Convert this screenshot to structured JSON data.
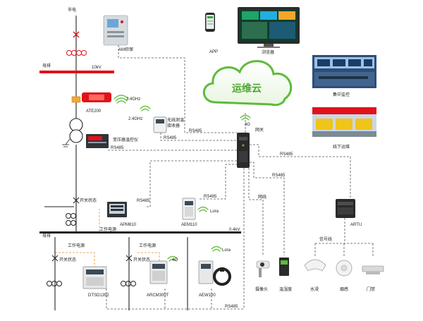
{
  "labels": {
    "grid": "市电",
    "bus_top": "母排",
    "voltage_10kv": "10kV",
    "relay": "AM综保",
    "ate": "ATE200",
    "freq_ate": "2.4GHz",
    "freq_receiver": "2.4GHz",
    "receiver": "无线测温\n接收器",
    "rs485_receiver": "RS485",
    "rs485_receiver2": "RS485",
    "transformer_temp": "变压器温控仪",
    "rs485_transformer": "RS485",
    "app": "APP",
    "browser": "浏览器",
    "cloud": "运维云",
    "signal_4g_cloud": "4G",
    "gateway": "网关",
    "central_monitor": "集中监控",
    "offline_ops": "线下运维",
    "rs485_right1": "RS485",
    "rs485_right2": "RS485",
    "network_line": "网线",
    "rs485_aem110": "RS485",
    "lora_aem110": "Lora",
    "aem110": "AEM110",
    "rs485_apm": "RS485",
    "switch_state_top": "开关状态",
    "apm810": "APM810",
    "work_power_top": "工作电源",
    "voltage_04kv": "0.4kV",
    "bus_bottom": "母排",
    "artu": "ARTU",
    "signal_line": "信号线",
    "work_power_left": "工作电源",
    "switch_state_left": "开关状态",
    "work_power_mid": "工作电源",
    "switch_state_mid": "开关状态",
    "signal_4g_bottom": "4G",
    "lora_bottom": "Lora",
    "dtsd1352": "DTSD1352",
    "arcm300t": "ARCM300T",
    "aew100": "AEW100",
    "rs485_bottom": "RS485",
    "camera": "摄像头",
    "temp_humidity": "温湿度",
    "water_leak": "水浸",
    "smoke": "烟感",
    "door": "门禁"
  },
  "colors": {
    "busbar": "#e0121c",
    "line": "#222222",
    "dashed": "#555555",
    "orange_dashed": "#e3902a",
    "cloud_green": "#5dbb3b",
    "wifi_green": "#6dc04a"
  }
}
